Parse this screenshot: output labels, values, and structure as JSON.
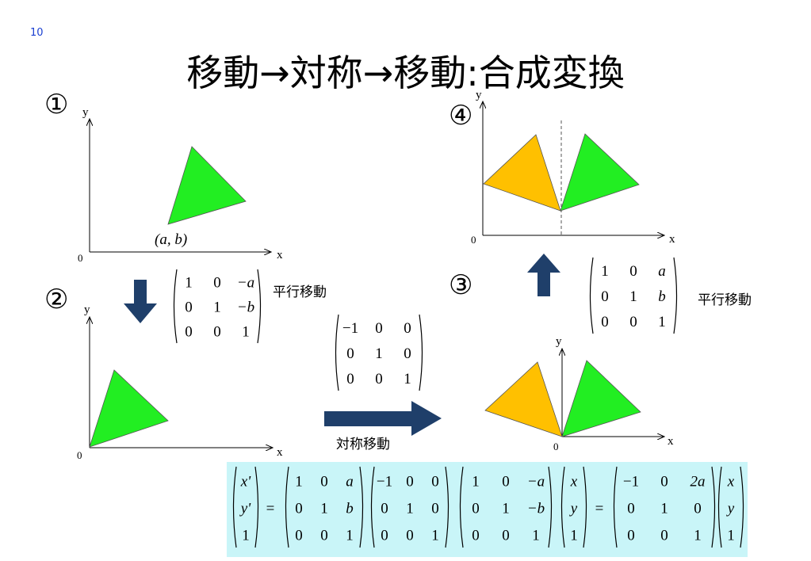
{
  "slide_number": "10",
  "title": "移動→対称→移動:合成変換",
  "steps": {
    "s1": "①",
    "s2": "②",
    "s3": "③",
    "s4": "④"
  },
  "axis": {
    "x": "x",
    "y": "y",
    "origin": "0"
  },
  "point_label": "(a, b)",
  "labels": {
    "translate_1": "平行移動",
    "translate_2": "平行移動",
    "symmetric": "対称移動"
  },
  "colors": {
    "green": "#22ee22",
    "orange": "#ffc000",
    "arrow": "#1f3f6a",
    "formula_bg": "#c9f5f8"
  },
  "matrices": {
    "translate_neg": [
      [
        "1",
        "0",
        "−a"
      ],
      [
        "0",
        "1",
        "−b"
      ],
      [
        "0",
        "0",
        "1"
      ]
    ],
    "reflect": [
      [
        "−1",
        "0",
        "0"
      ],
      [
        "0",
        "1",
        "0"
      ],
      [
        "0",
        "0",
        "1"
      ]
    ],
    "translate_pos": [
      [
        "1",
        "0",
        "a"
      ],
      [
        "0",
        "1",
        "b"
      ],
      [
        "0",
        "0",
        "1"
      ]
    ],
    "lhs_vector": [
      "x'",
      "y'",
      "1"
    ],
    "rhs_vector": [
      "x",
      "y",
      "1"
    ],
    "result": [
      [
        "−1",
        "0",
        "2a"
      ],
      [
        "0",
        "1",
        "0"
      ],
      [
        "0",
        "0",
        "1"
      ]
    ]
  },
  "equals": "="
}
